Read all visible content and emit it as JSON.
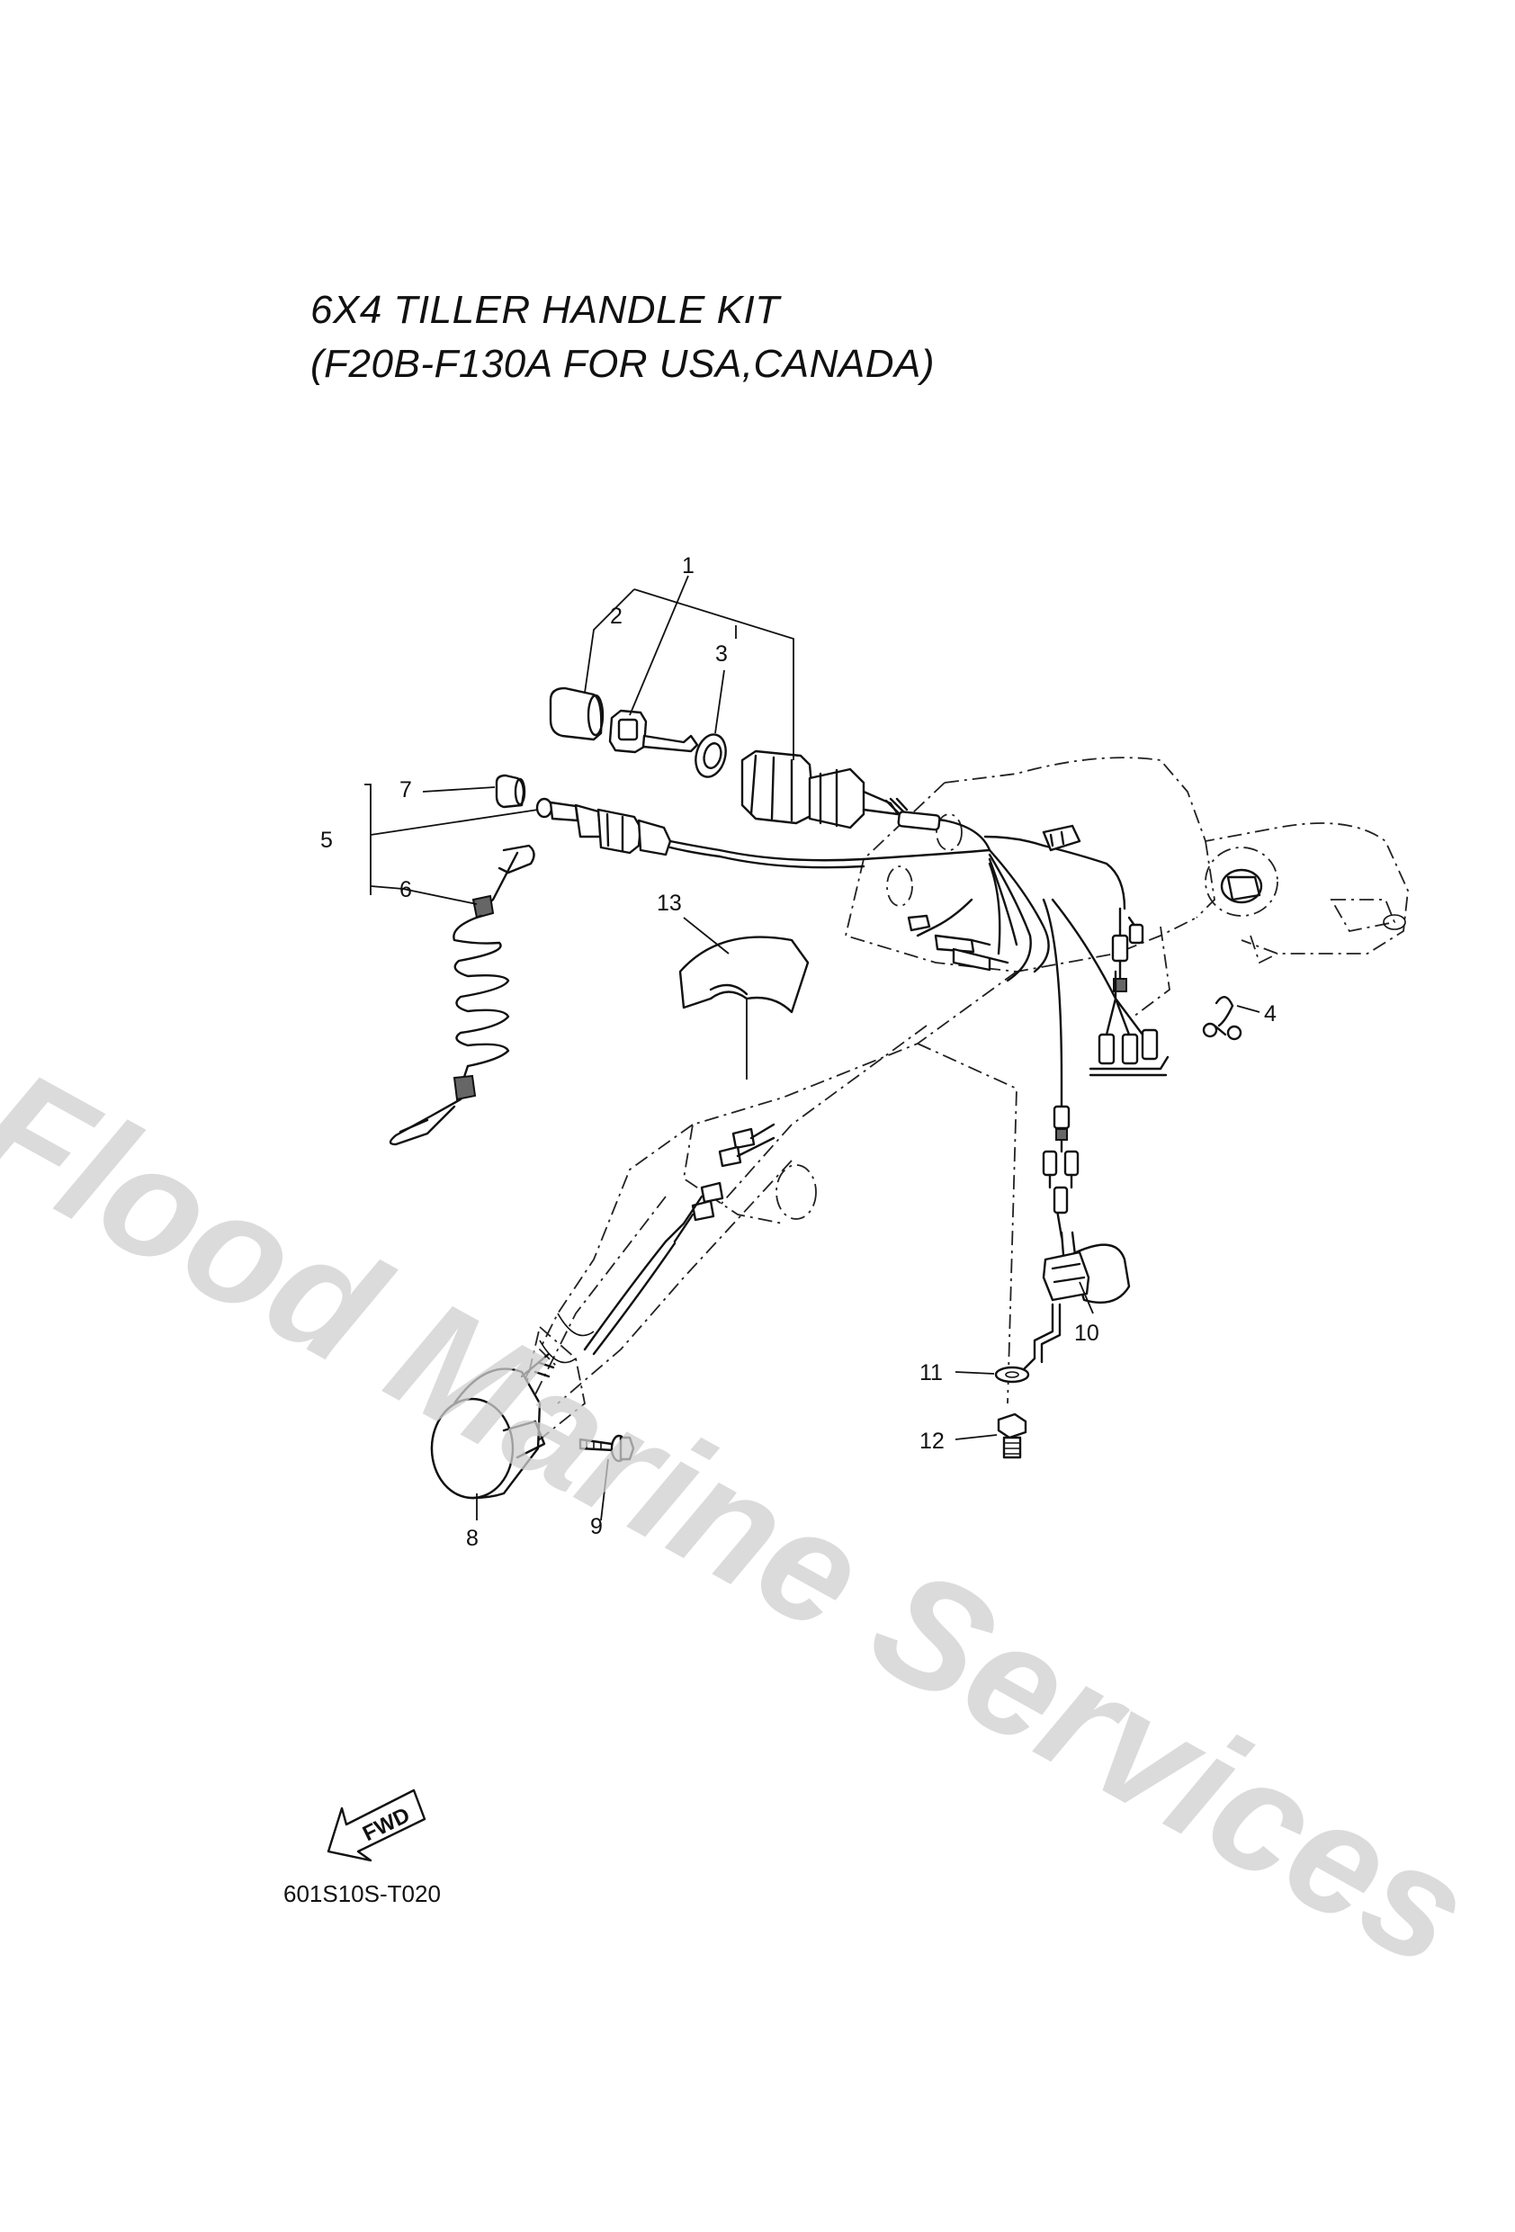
{
  "title": {
    "line1": "6X4 TILLER HANDLE KIT",
    "line2": "(F20B-F130A FOR USA,CANADA)"
  },
  "watermark": "Flood Marine Services",
  "drawing_code": "601S10S-T020",
  "fwd_label": "FWD",
  "callouts": [
    {
      "id": "1",
      "label": "1"
    },
    {
      "id": "2",
      "label": "2"
    },
    {
      "id": "3",
      "label": "3"
    },
    {
      "id": "4",
      "label": "4"
    },
    {
      "id": "5",
      "label": "5"
    },
    {
      "id": "6",
      "label": "6"
    },
    {
      "id": "7",
      "label": "7"
    },
    {
      "id": "8",
      "label": "8"
    },
    {
      "id": "9",
      "label": "9"
    },
    {
      "id": "10",
      "label": "10"
    },
    {
      "id": "11",
      "label": "11"
    },
    {
      "id": "12",
      "label": "12"
    },
    {
      "id": "13",
      "label": "13"
    }
  ]
}
